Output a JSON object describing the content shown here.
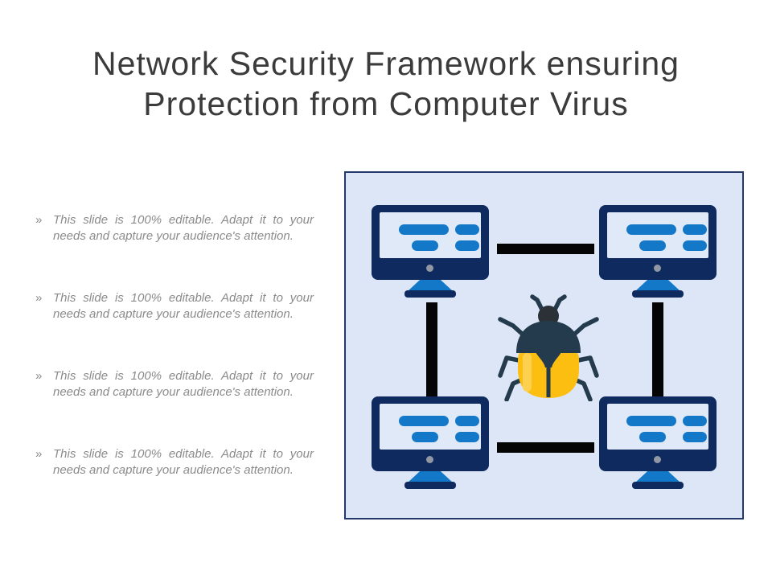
{
  "slide": {
    "title": {
      "lines": [
        "Network Security Framework ensuring",
        "Protection from Computer Virus"
      ]
    },
    "bullets": [
      {
        "marker": "»",
        "text": "This slide is 100% editable. Adapt it to your needs and capture your audience's attention."
      },
      {
        "marker": "»",
        "text": "This slide is 100% editable. Adapt it to your needs and capture your audience's attention."
      },
      {
        "marker": "»",
        "text": "This slide is 100% editable. Adapt it to your needs and capture your audience's attention."
      },
      {
        "marker": "»",
        "text": "This slide is 100% editable. Adapt it to your needs and capture your audience's attention."
      }
    ],
    "diagram": {
      "nodes": [
        "computer-top-left",
        "computer-top-right",
        "computer-bottom-left",
        "computer-bottom-right"
      ],
      "links": [
        "top",
        "bottom",
        "left",
        "right"
      ],
      "center_icon": "virus-bug-icon"
    },
    "colors": {
      "title_text": "#3b3b3b",
      "bullet_text": "#8b8b8b",
      "panel_bg": "#dde6f7",
      "panel_border": "#24386a",
      "monitor_navy": "#0e2a5e",
      "screen_bg": "#e0e9f8",
      "accent_blue": "#1478c8",
      "link_black": "#050505",
      "bug_dark": "#243b4d",
      "bug_head": "#2b3137",
      "bug_yellow": "#fcbe11",
      "bug_highlight": "#fdd04f"
    }
  }
}
